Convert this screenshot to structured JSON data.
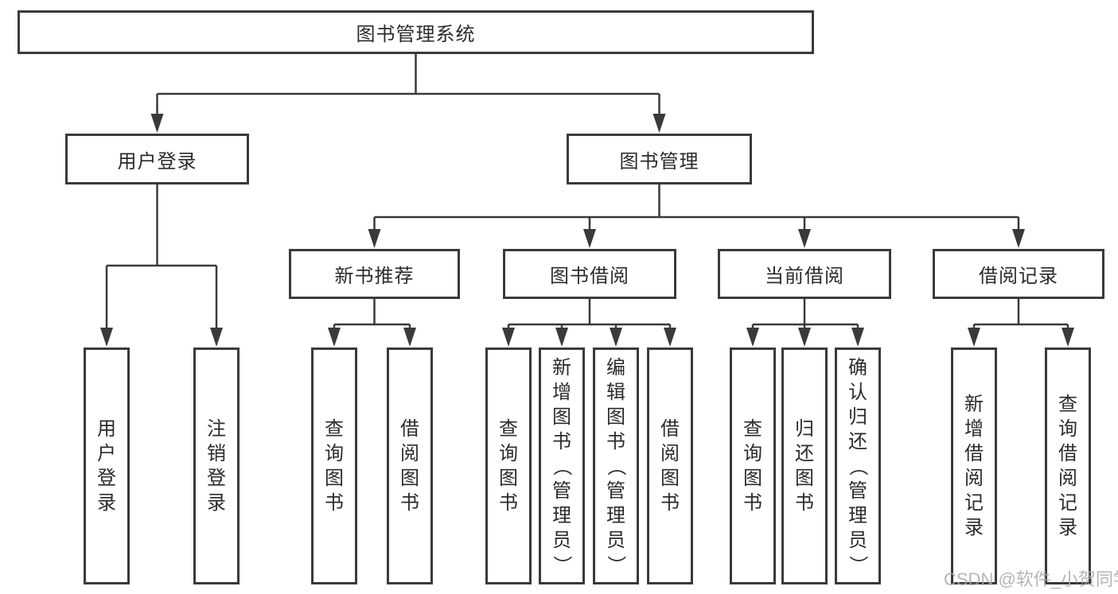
{
  "diagram": {
    "root": "图书管理系统",
    "level2": [
      "用户登录",
      "图书管理"
    ],
    "level3": [
      "新书推荐",
      "图书借阅",
      "当前借阅",
      "借阅记录"
    ],
    "leaves": {
      "login": [
        "用户登录",
        "注销登录"
      ],
      "recommend": [
        "查询图书",
        "借阅图书"
      ],
      "borrow": [
        "查询图书",
        "新增图书（管理员）",
        "编辑图书（管理员）",
        "借阅图书"
      ],
      "current": [
        "查询图书",
        "归还图书",
        "确认归还（管理员）"
      ],
      "records": [
        "新增借阅记录",
        "查询借阅记录"
      ]
    }
  },
  "watermark": "CSDN @软件_小贺同学",
  "colors": {
    "line": "#3a3a3a",
    "text": "#2b2b2b",
    "background": "#ffffff",
    "watermark": "#a9a9a9"
  }
}
